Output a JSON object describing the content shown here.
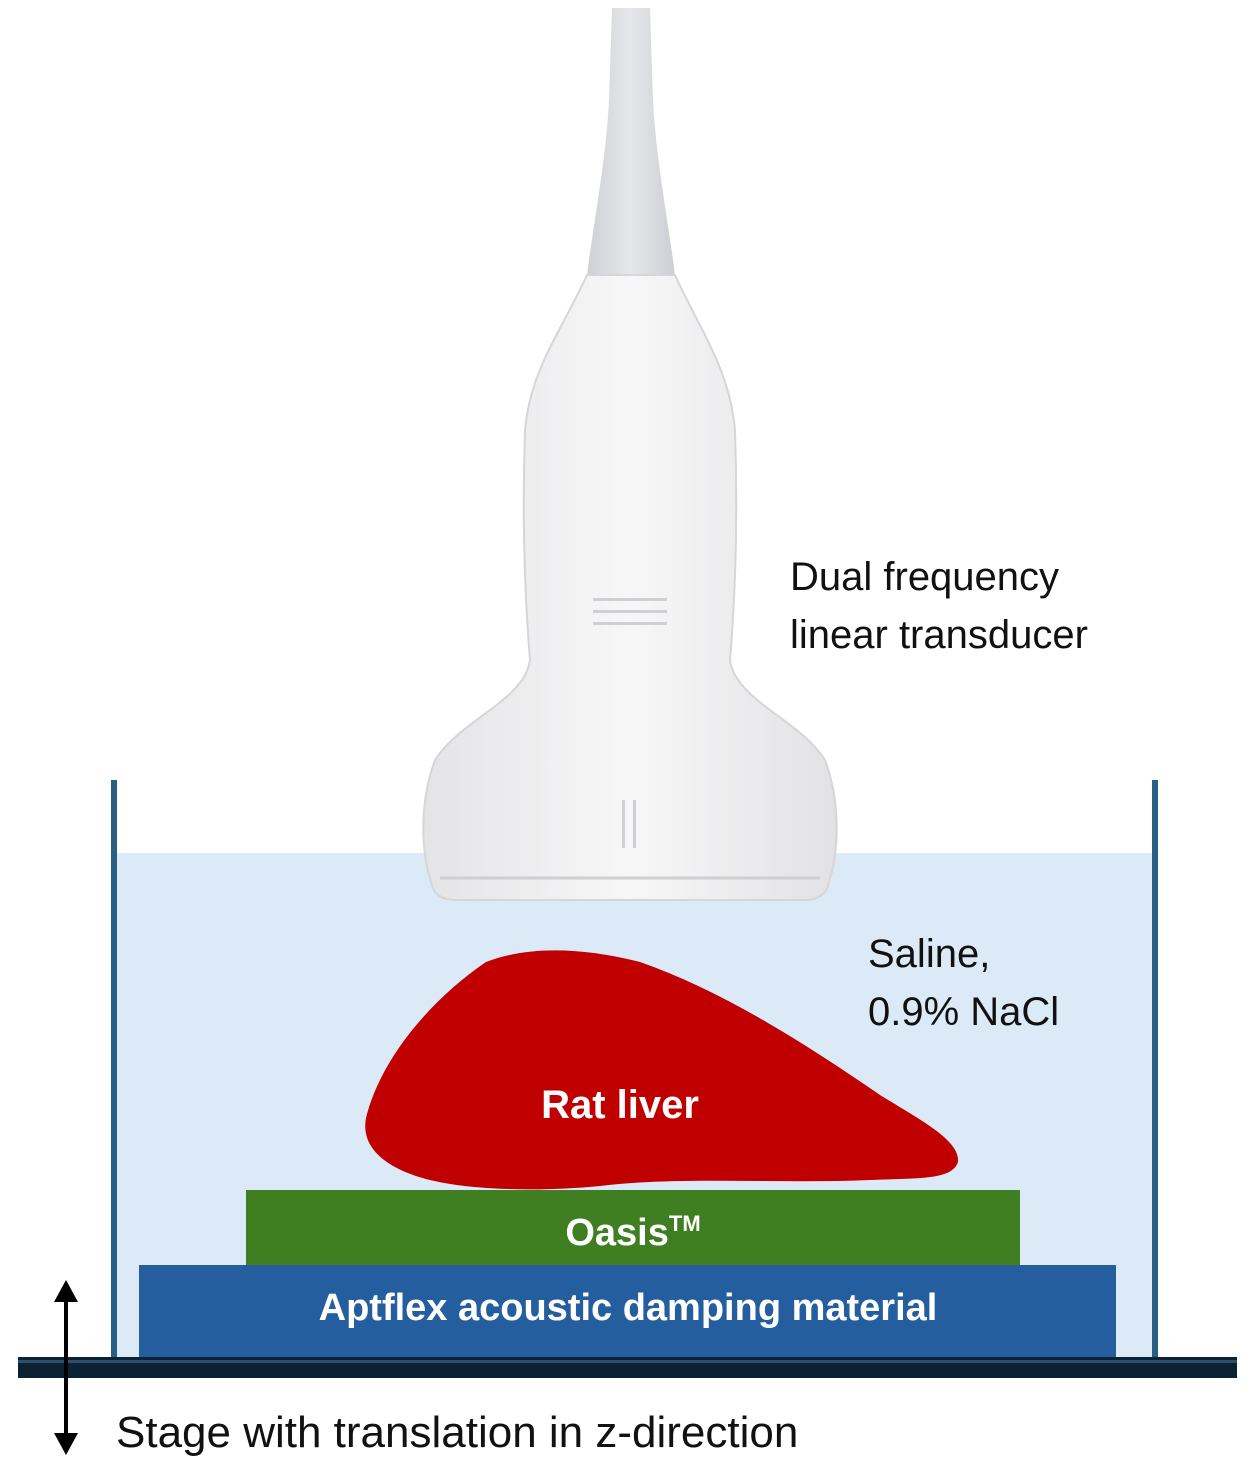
{
  "labels": {
    "transducer_line1": "Dual frequency",
    "transducer_line2": "linear transducer",
    "saline_line1": "Saline,",
    "saline_line2": "0.9% NaCl",
    "rat_liver": "Rat liver",
    "oasis": "Oasis",
    "oasis_mark": "TM",
    "aptflex": "Aptflex acoustic damping material",
    "stage": "Stage with translation in z-direction"
  },
  "colors": {
    "saline": "#dceaf8",
    "tank_wall": "#2a5f84",
    "liver": "#c00000",
    "oasis": "#3f7f22",
    "aptflex": "#255e9f",
    "stage": "#0b2235",
    "transducer_body": "#efefef",
    "transducer_neck": "#d8d8de"
  },
  "icons": {
    "stage_arrow": "double-headed-vertical-arrow-icon"
  }
}
